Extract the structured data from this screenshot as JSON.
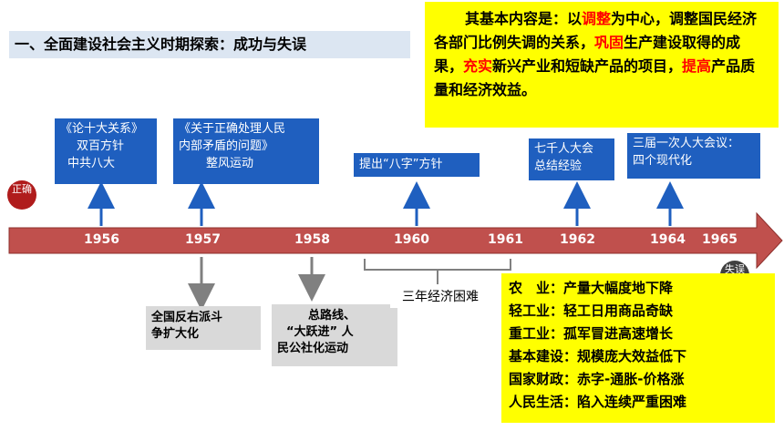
{
  "title": "一、全面建设社会主义时期探索：成功与失误",
  "top_box": {
    "t1": "其基本内容是：以",
    "r1": "调整",
    "t2": "为中心，调整国民经济各部门比例失调的关系，",
    "r2": "巩固",
    "t3": "生产建设取得的成果，",
    "r3": "充实",
    "t4": "新兴产业和短缺产品的项目，",
    "r4": "提高",
    "t5": "产品质量和经济效益。"
  },
  "circles": {
    "correct": "正确",
    "wrong": "失误"
  },
  "years": [
    "1956",
    "1957",
    "1958",
    "1960",
    "1961",
    "1962",
    "1964",
    "1965"
  ],
  "blue_boxes": {
    "b1": {
      "line1": "《论十大关系》",
      "line2": "双百方针",
      "line3": "中共八大"
    },
    "b2": {
      "line1": "《关于正确处理人民",
      "line2": "内部矛盾的问题》",
      "line3": "整风运动"
    },
    "b3": {
      "line1": "提出“八字”方针"
    },
    "b4": {
      "line1": "七千人大会",
      "line2": "总结经验"
    },
    "b5": {
      "line1": "三届一次人大会议：",
      "line2": "四个现代化"
    }
  },
  "grey_boxes": {
    "g1": {
      "line1": "全国反右派斗",
      "line2": "争扩大化"
    },
    "g2": {
      "line1": "总路线、",
      "line2": "“大跃进” 人",
      "line3": "民公社化运动"
    }
  },
  "econ_label": "三年经济困难",
  "bottom_box": [
    "农　业：产量大幅度地下降",
    "轻工业：轻工日用商品奇缺",
    "重工业：孤军冒进高速增长",
    "基本建设：规模庞大效益低下",
    "国家财政：赤字-通胀-价格涨",
    "人民生活：陷入连续严重困难"
  ],
  "colors": {
    "timeline_bar": "#c0504d",
    "blue_box": "#1f5fbf",
    "arrow_up": "#1f5fbf",
    "arrow_down": "#808080",
    "highlight": "#ffff00",
    "emphasis": "#ff0000"
  }
}
